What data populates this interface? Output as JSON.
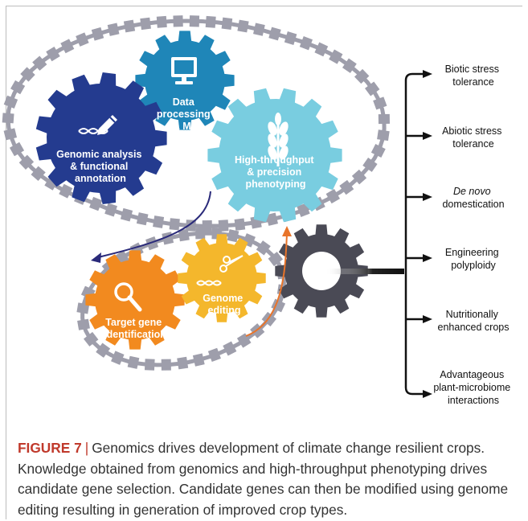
{
  "gears": {
    "data": [
      "Data",
      "processing",
      "& ML"
    ],
    "genomic": [
      "Genomic analysis",
      "& functional",
      "annotation"
    ],
    "phenotyping": [
      "High-throughput",
      "& precision",
      "phenotyping"
    ],
    "target": [
      "Target gene",
      "identification"
    ],
    "editing": [
      "Genome",
      "editing"
    ]
  },
  "outcomes": [
    {
      "lines": [
        "Biotic stress",
        "tolerance"
      ]
    },
    {
      "lines": [
        "Abiotic stress",
        "tolerance"
      ]
    },
    {
      "lines": [
        "De novo",
        "domestication"
      ]
    },
    {
      "lines": [
        "Engineering",
        "polyploidy"
      ]
    },
    {
      "lines": [
        "Nutritionally",
        "enhanced crops"
      ]
    },
    {
      "lines": [
        "Advantageous",
        "plant-microbiome",
        "interactions"
      ]
    }
  ],
  "caption": {
    "label": "FIGURE 7",
    "separator": "|",
    "title": "Genomics drives development of climate change resilient crops.",
    "body": "Knowledge obtained from genomics and high-throughput phenotyping drives candidate gene selection. Candidate genes can then be modified using genome editing resulting in generation of improved crop types."
  },
  "colors": {
    "data_gear": "#1f86b8",
    "genomic_gear": "#243b8f",
    "phenotyping_gear": "#79cde0",
    "target_gear": "#f28a1f",
    "editing_gear": "#f4b72c",
    "drive_gear": "#4a4a55",
    "chain": "#9e9eab",
    "arrow_down": "#2a2a7a",
    "arrow_up": "#e8742a",
    "caption_label": "#c0392b"
  }
}
